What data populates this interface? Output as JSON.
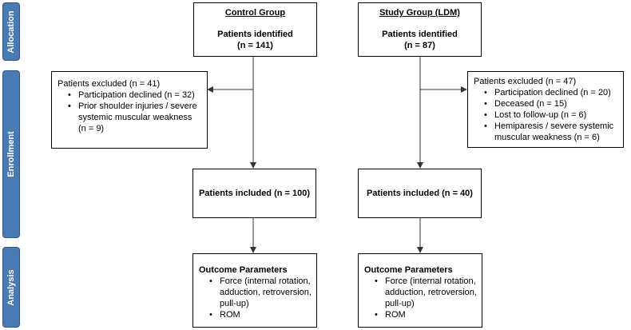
{
  "phases": {
    "allocation": "Allocation",
    "enrollment": "Enrollment",
    "analysis": "Analysis"
  },
  "control": {
    "group_title": "Control Group",
    "identified_label": "Patients identified",
    "identified_count": "(n = 141)",
    "excluded": {
      "header": "Patients excluded (n = 41)",
      "items": [
        "Participation declined (n = 32)",
        "Prior shoulder injuries / severe systemic muscular weakness (n = 9)"
      ]
    },
    "included": "Patients included (n = 100)",
    "outcome": {
      "header": "Outcome Parameters",
      "items": [
        "Force (internal rotation, adduction, retroversion, pull-up)",
        "ROM"
      ]
    }
  },
  "study": {
    "group_title": "Study Group (LDM)",
    "identified_label": "Patients identified",
    "identified_count": "(n = 87)",
    "excluded": {
      "header": "Patients excluded (n = 47)",
      "items": [
        "Participation declined (n = 20)",
        "Deceased (n = 15)",
        "Lost to follow-up (n = 6)",
        "Hemiparesis / severe systemic muscular weakness (n = 6)"
      ]
    },
    "included": "Patients included (n = 40)",
    "outcome": {
      "header": "Outcome Parameters",
      "items": [
        "Force (internal rotation, adduction, retroversion, pull-up)",
        "ROM"
      ]
    }
  },
  "colors": {
    "phase_fill": "#4a7ab4",
    "phase_text": "#ffffff",
    "lines": "#333333"
  }
}
